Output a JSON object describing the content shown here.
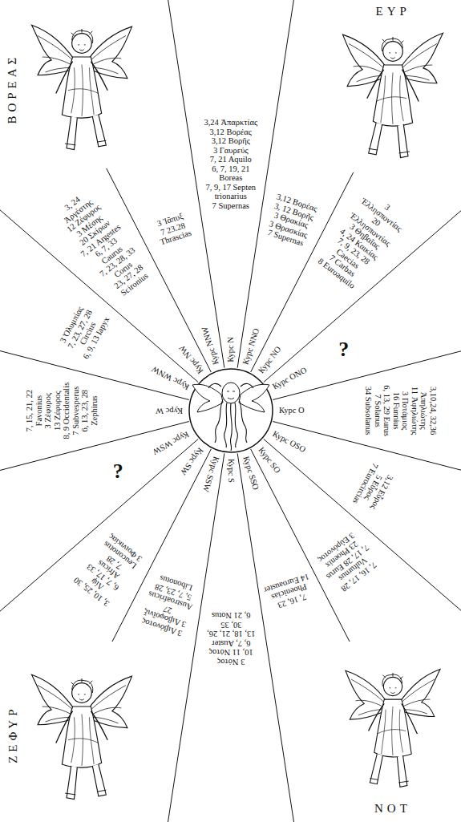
{
  "diagram": {
    "labels": [
      "Курс N",
      "3,24 Ἀπαρκτίας",
      "3,12 Βορέας",
      "3,12 Βορῆς",
      "3 Γαυρεύς",
      "7, 21 Aquilo",
      "6, 7, 19, 21 Boreas",
      "7, 9, 17 Septen trionarius",
      "7 Supernas",
      "Курс NNO",
      "3,12 Βορέας",
      "3, 12 Βορῆς",
      "3 Θρακίας",
      "3 Θρασκίας",
      "7 Supernas",
      "Курс NO",
      "3 Ἑλλησποντίας",
      "20 Ἑλλησποντίας",
      "3 Θηβαῖας",
      "4, 24 Καικίας",
      "7, 9, 23, 28 Caecias",
      "7 Carbas",
      "8 Euroaquilo",
      "Курс ONO",
      "?",
      "Курс O",
      "3,10,24, 32,36 Ἀπηλιώτης",
      "11 Ἀφηλιώτης",
      "3 Ποτάμιος",
      "16 Funnius",
      "6, 13, 29 Eurus",
      "7 Solanus",
      "34 Subsolanus",
      "Курс OSO",
      "3,12 Εὖρος",
      "5 Εὖρος",
      "7 Eurocircias",
      "Курс SO",
      "7, 16, 17, 28 Vulturnus",
      "7, 17, 28 Eurus",
      "23 Phoenix",
      "3 Εὐρόνοτος",
      "Курс SSO",
      "7, 16, 23 Phoenicias",
      "14 Euroauster",
      "Курс S",
      "3 Νότος",
      "10, 11 Νότος",
      "6, 7, Auster",
      "13, 18, 21, 26, 30, 35",
      "6, 21 Notus",
      "Курс SSW",
      "3 Λιβόνοτος",
      "3 Λιβοφοῖνιξ",
      "27 Austroafricus",
      "5, 7, 23, 28 Libonotus",
      "Курс SW",
      "3, 10, 25, 30 Λίψ",
      "6, 7, 17, 33 Africus",
      "7, 28 Leuconotus",
      "3 Φοινικίας",
      "Курс WSW",
      "?",
      "Курс W",
      "7, 15, 21, 22 Favonius",
      "3 Ζέφυρος",
      "13 Ζέφυρος",
      "8, 9 Occidentalis",
      "7 Subvesperus",
      "6, 13, 23, 28 Zephirus",
      "Курс WNW",
      "3 Ὀλυμπίας",
      "7, 23, 27, 28 Circius",
      "6, 9, 13 Iapyx",
      "Курс NW",
      "3, 24 Ἀργέστης",
      "12 Ζέφυρος",
      "3 Μέσης",
      "20 Σκίρων",
      "7, 21 Argestes",
      "6, 7, 33 Caurus",
      "7, 23, 28, 33 Corus",
      "23, 27, 28 Scironius",
      "Курс NNW",
      "3 Ἰᾶπυξ",
      "7 23.28 Thrascias",
      "ΒΟΡΕΑΣ",
      "ΕΥΡ",
      "ΖΕΦΥΡ",
      "ΝΟΤ"
    ]
  }
}
